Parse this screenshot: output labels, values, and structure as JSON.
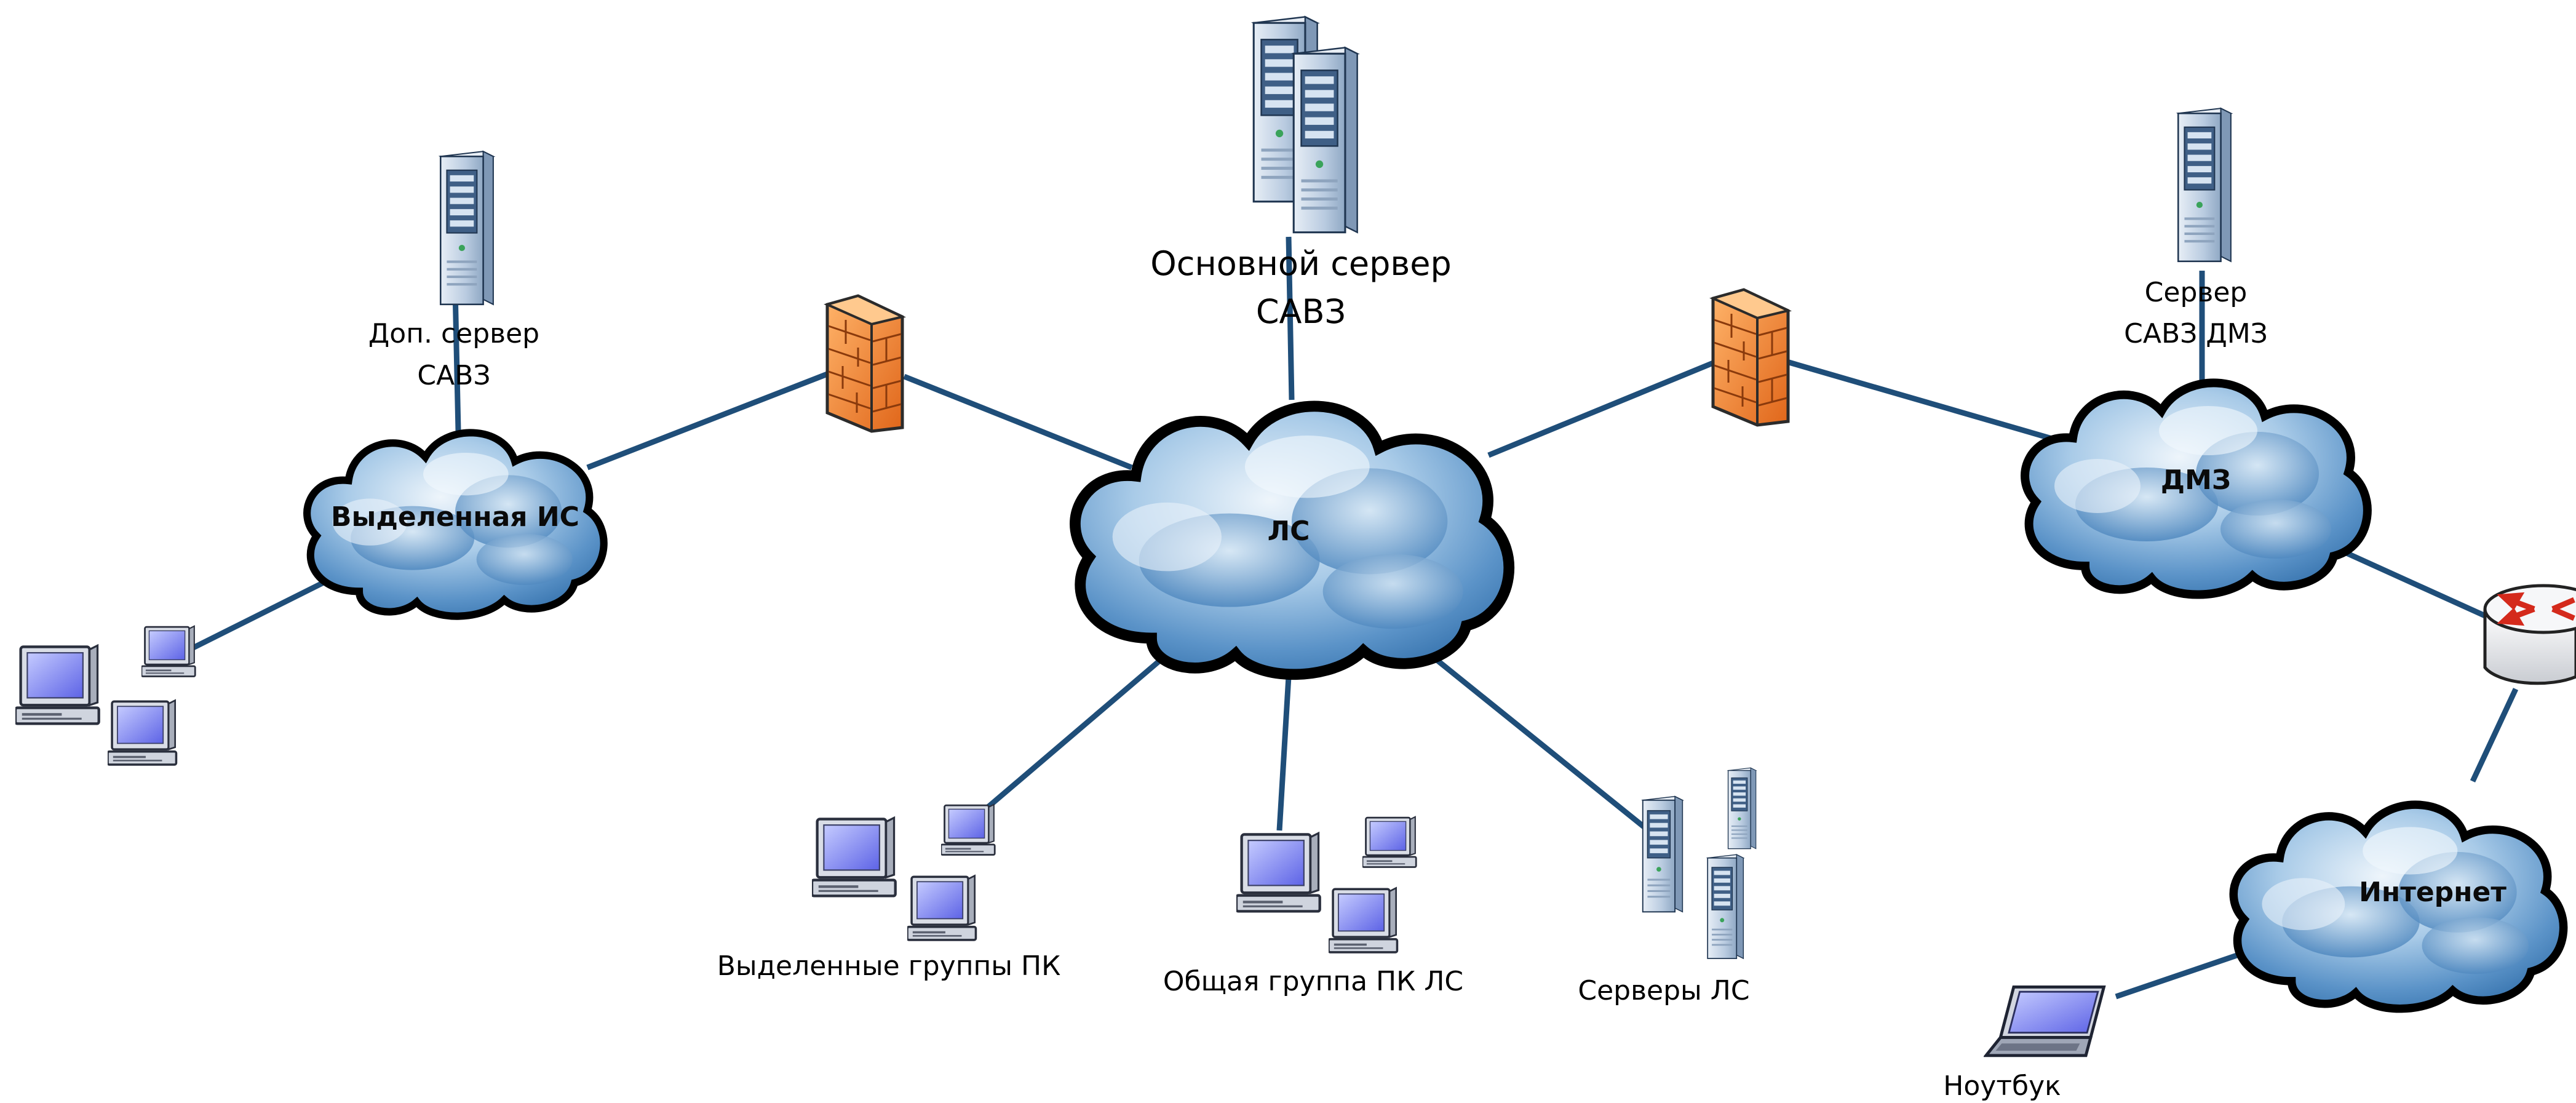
{
  "colors": {
    "link": "#1f4e79",
    "cloud_light": "#eef5fb",
    "cloud_mid": "#6ea6d6",
    "cloud_dark": "#2f6fae",
    "firewall": "#f08a2a",
    "server_body": "#c9d7e6",
    "monitor_screen": "#7b83f0",
    "router_arrow": "#d42a1c"
  },
  "clouds": {
    "isolated": "Выделенная ИС",
    "lan": "ЛС",
    "dmz": "ДМЗ",
    "internet": "Интернет"
  },
  "labels": {
    "extra_server_line1": "Доп. сервер",
    "extra_server_line2": "САВЗ",
    "main_server_line1": "Основной сервер",
    "main_server_line2": "САВЗ",
    "dmz_server_line1": "Сервер",
    "dmz_server_line2": "САВЗ ДМЗ",
    "dedicated_pcs": "Выделенные группы ПК",
    "general_pcs": "Общая группа ПК ЛС",
    "lan_servers": "Серверы ЛС",
    "laptop": "Ноутбук"
  },
  "icons": {
    "server": "server-tower-icon",
    "firewall": "firewall-brick-icon",
    "router": "router-icon",
    "pc": "desktop-pc-icon",
    "laptop": "laptop-icon",
    "cloud": "network-cloud-icon"
  }
}
